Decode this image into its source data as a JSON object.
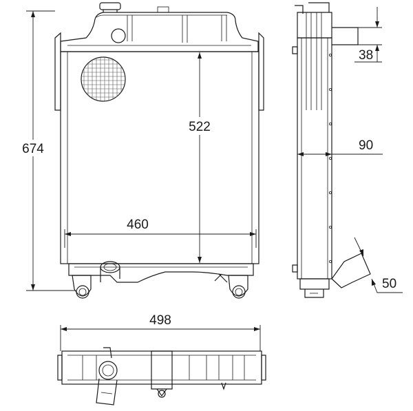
{
  "dimensions": {
    "overall_height": "674",
    "core_height": "522",
    "core_width": "460",
    "overall_width": "498",
    "side_depth": "90",
    "upper_pipe": "38",
    "lower_pipe": "50"
  }
}
